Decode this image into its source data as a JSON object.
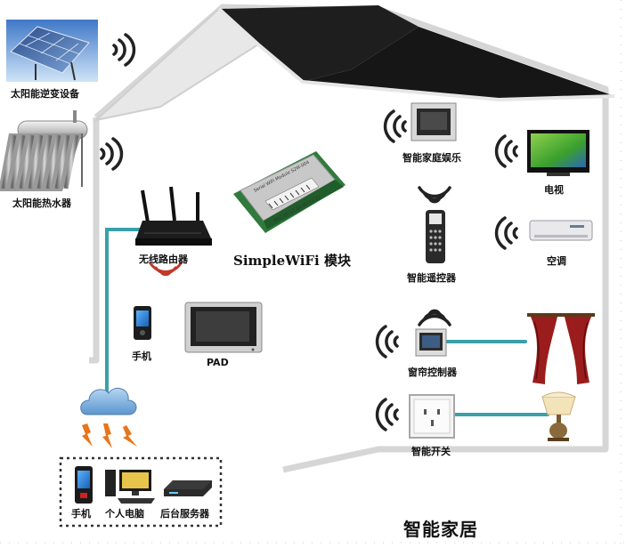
{
  "labels": {
    "solar_inverter": "太阳能逆变设备",
    "solar_water_heater": "太阳能热水器",
    "router": "无线路由器",
    "module": "SimpleWiFi 模块",
    "phone": "手机",
    "pad": "PAD",
    "home_entertainment": "智能家庭娱乐",
    "tv": "电视",
    "remote": "智能遥控器",
    "ac": "空调",
    "curtain_controller": "窗帘控制器",
    "smart_switch": "智能开关",
    "terminal_phone": "手机",
    "pc": "个人电脑",
    "server": "后台服务器",
    "title": "智能家居"
  },
  "module_chip_text": [
    "Serial WiFi Module S2W-004",
    "MAC 00:17:9E:00:12:22"
  ],
  "colors": {
    "link_line": "#3aa0a8",
    "signal_arc": "#222222",
    "signal_arc_red": "#c0392b",
    "cloud": "#7fb3e0",
    "lightning": "#e8751a",
    "roof": "#1e1e1e",
    "curtain": "#9b1c1c"
  },
  "icons": {
    "solar_inverter": "solar-panel-icon",
    "solar_water_heater": "water-heater-icon",
    "router": "router-icon",
    "module": "wifi-module-icon",
    "phone": "phone-icon",
    "pad": "tablet-icon",
    "home_entertainment": "entertainment-panel-icon",
    "tv": "tv-icon",
    "remote": "remote-icon",
    "ac": "air-conditioner-icon",
    "curtain_controller": "curtain-controller-icon",
    "curtain": "curtain-icon",
    "smart_switch": "wall-switch-icon",
    "lamp": "lamp-icon",
    "cloud": "cloud-icon",
    "lightning": "lightning-icon",
    "terminal_phone": "phone-icon",
    "pc": "pc-icon",
    "server": "server-icon"
  }
}
